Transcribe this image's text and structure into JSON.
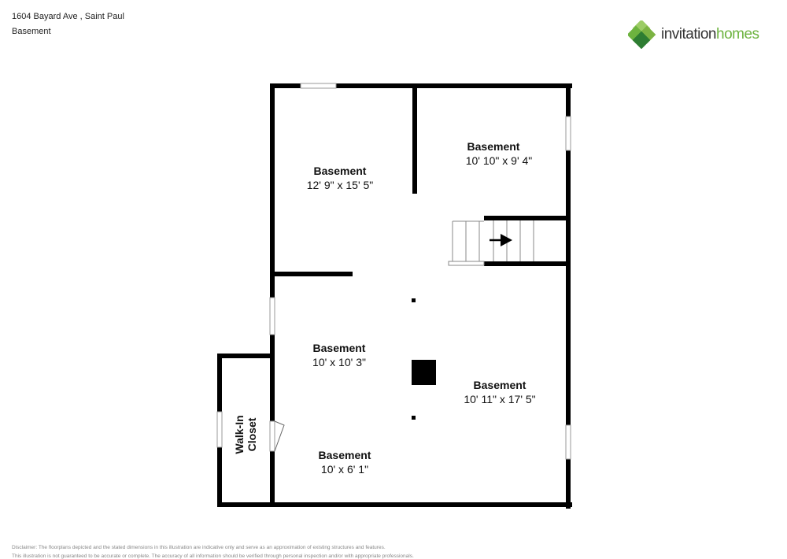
{
  "header": {
    "address": "1604 Bayard Ave , Saint Paul",
    "floor": "Basement"
  },
  "logo": {
    "part1": "invitation",
    "part2": "homes",
    "colors": [
      "#2e7d32",
      "#6db33f",
      "#9ccc65"
    ]
  },
  "rooms": [
    {
      "name": "Basement",
      "dims": "12' 9\" x 15' 5\""
    },
    {
      "name": "Basement",
      "dims": "10' 10\" x 9' 4\""
    },
    {
      "name": "Basement",
      "dims": "10' x 10' 3\""
    },
    {
      "name": "Basement",
      "dims": "10' 11\" x 17' 5\""
    },
    {
      "name": "Basement",
      "dims": "10' x 6' 1\""
    },
    {
      "name_line1": "Walk-In",
      "name_line2": "Closet"
    }
  ],
  "disclaimer": {
    "line1": "Disclaimer: The floorplans depicted and the stated dimensions in this illustration are indicative only and serve as an approximation of existing structures and features.",
    "line2": "This illustration is not guaranteed to be accurate or complete. The accuracy of all information should be verified through personal inspection and/or with appropriate professionals."
  }
}
